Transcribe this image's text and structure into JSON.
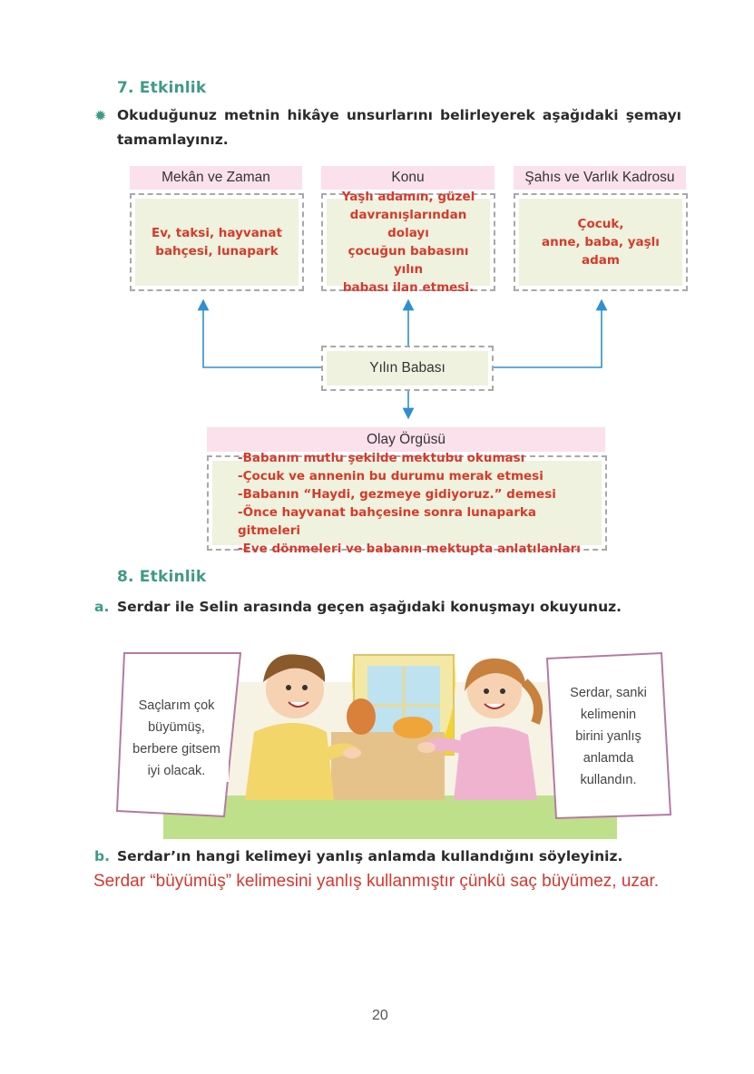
{
  "activity7": {
    "heading": "7. Etkinlik",
    "instruction_line1": "Okuduğunuz metnin hikâye unsurlarını belirleyerek aşağıdaki şemayı",
    "instruction_line2": "tamamlayınız.",
    "boxes": [
      {
        "label": "Mekân ve Zaman",
        "answer": [
          "Ev, taksi, hayvanat",
          "bahçesi, lunapark"
        ]
      },
      {
        "label": "Konu",
        "answer": [
          "Yaşlı adamın, güzel",
          "davranışlarından dolayı",
          "çocuğun babasını yılın",
          "babası ilan etmesi."
        ]
      },
      {
        "label": "Şahıs ve Varlık Kadrosu",
        "answer": [
          "Çocuk,",
          "anne, baba, yaşlı adam"
        ]
      }
    ],
    "center_title": "Yılın Babası",
    "plot": {
      "label": "Olay Örgüsü",
      "items": [
        "-Babanın mutlu şekilde mektubu okuması",
        "-Çocuk ve annenin bu durumu merak etmesi",
        "-Babanın “Haydi, gezmeye gidiyoruz.” demesi",
        "-Önce hayvanat bahçesine sonra lunaparka gitmeleri",
        "-Eve dönmeleri ve babanın mektupta anlatılanları"
      ]
    }
  },
  "activity8": {
    "heading": "8. Etkinlik",
    "a_marker": "a.",
    "a_text": "Serdar ile Selin arasında geçen aşağıdaki konuşmayı okuyunuz.",
    "bubble_left": [
      "Saçlarım çok",
      "büyümüş,",
      "berbere gitsem",
      "iyi olacak."
    ],
    "bubble_right": [
      "Serdar, sanki",
      "kelimenin",
      "birini yanlış",
      "anlamda",
      "kullandın."
    ],
    "b_marker": "b.",
    "b_text": "Serdar’ın hangi kelimeyi yanlış anlamda kullandığını söyleyiniz.",
    "answer": "Serdar “büyümüş” kelimesini yanlış kullanmıştır çünkü saç büyümez, uzar."
  },
  "page_number": "20",
  "colors": {
    "heading": "#3e9a86",
    "answer_red": "#d63a2a",
    "arrow_blue": "#2f8fcf",
    "label_pink": "#fbe1ec",
    "box_green": "#eef2df"
  }
}
